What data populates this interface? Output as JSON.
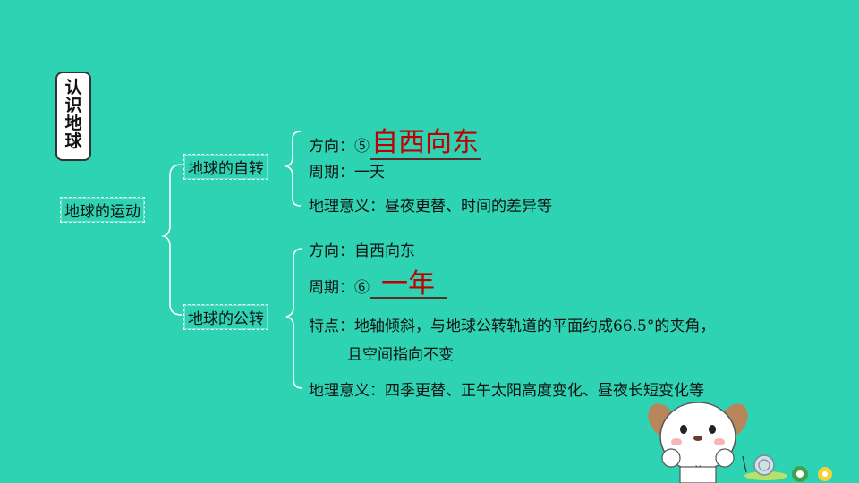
{
  "badge": {
    "chars": [
      "认",
      "识",
      "地",
      "球"
    ]
  },
  "root": {
    "label": "地球的运动"
  },
  "rotation": {
    "label": "地球的自转",
    "direction_prefix": "方向：⑤",
    "direction_answer": "自西向东",
    "period": "周期：一天",
    "significance": "地理意义：昼夜更替、时间的差异等"
  },
  "revolution": {
    "label": "地球的公转",
    "direction": "方向：自西向东",
    "period_prefix": "周期：⑥",
    "period_answer": "一年",
    "features_line1": "特点：地轴倾斜，与地球公转轨道的平面约成66.5°的夹角，",
    "features_line2": "且空间指向不变",
    "significance": "地理意义：四季更替、正午太阳高度变化、昼夜长短变化等"
  },
  "colors": {
    "background": "#2ed3b3",
    "answer": "#c00000"
  },
  "decorations": [
    "puppy-illustration",
    "snail-illustration",
    "flower-icon"
  ]
}
